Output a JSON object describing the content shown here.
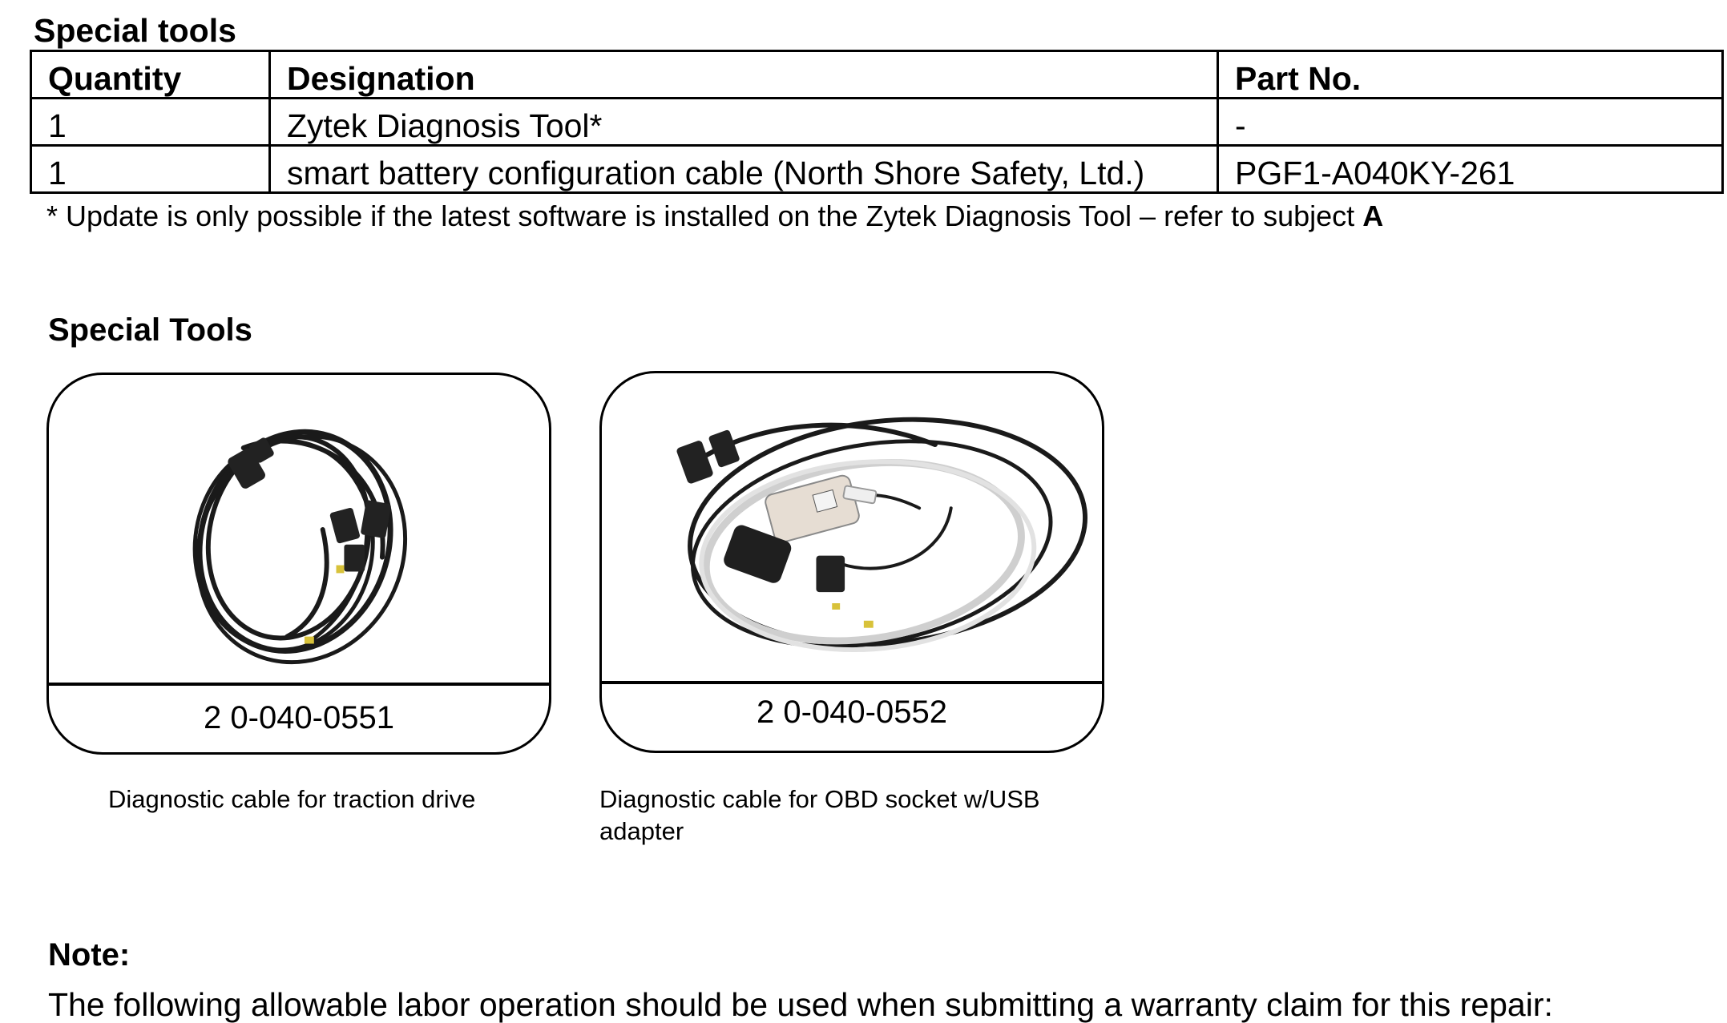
{
  "section1_title": "Special tools",
  "table": {
    "headers": [
      "Quantity",
      "Designation",
      "Part No."
    ],
    "rows": [
      [
        "1",
        "Zytek Diagnosis Tool*",
        "-"
      ],
      [
        "1",
        "smart battery configuration cable (North Shore Safety, Ltd.)",
        "PGF1-A040KY-261"
      ]
    ]
  },
  "footnote": {
    "text": "* Update is only possible if the latest software is installed on the Zytek Diagnosis Tool – refer to subject ",
    "bold_ref": "A"
  },
  "section2_title": "Special Tools",
  "tools": [
    {
      "part_no": "2 0-040-0551",
      "caption": "Diagnostic cable for traction drive"
    },
    {
      "part_no": "2 0-040-0552",
      "caption": "Diagnostic cable for OBD socket w/USB adapter"
    }
  ],
  "note": {
    "heading": "Note:",
    "text": "The following allowable labor operation should be used when submitting a warranty claim for this repair:"
  }
}
